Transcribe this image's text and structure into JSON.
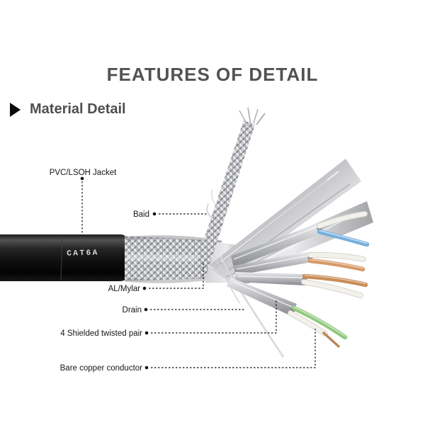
{
  "header": {
    "title": "FEATURES OF DETAIL"
  },
  "section": {
    "title": "Material Detail"
  },
  "diagram": {
    "cable_marking": "CAT6A",
    "labels": [
      {
        "id": "pvc-lsoh-jacket",
        "text": "PVC/LSOH Jacket"
      },
      {
        "id": "braid",
        "text": "Baid"
      },
      {
        "id": "al-mylar",
        "text": "AL/Mylar"
      },
      {
        "id": "drain",
        "text": "Drain"
      },
      {
        "id": "shielded-twisted-pair",
        "text": "4 Shielded twisted pair"
      },
      {
        "id": "bare-copper-conductor",
        "text": "Bare copper conductor"
      }
    ],
    "wire_colors": {
      "blue": "#74aedd",
      "orange": "#d69a68",
      "brown": "#c98c58",
      "green": "#92c97e",
      "white": "#f3f1eb",
      "copper": "#b9885a",
      "foil": "#d4d5d9",
      "jacket": "#0d0d0d"
    }
  }
}
